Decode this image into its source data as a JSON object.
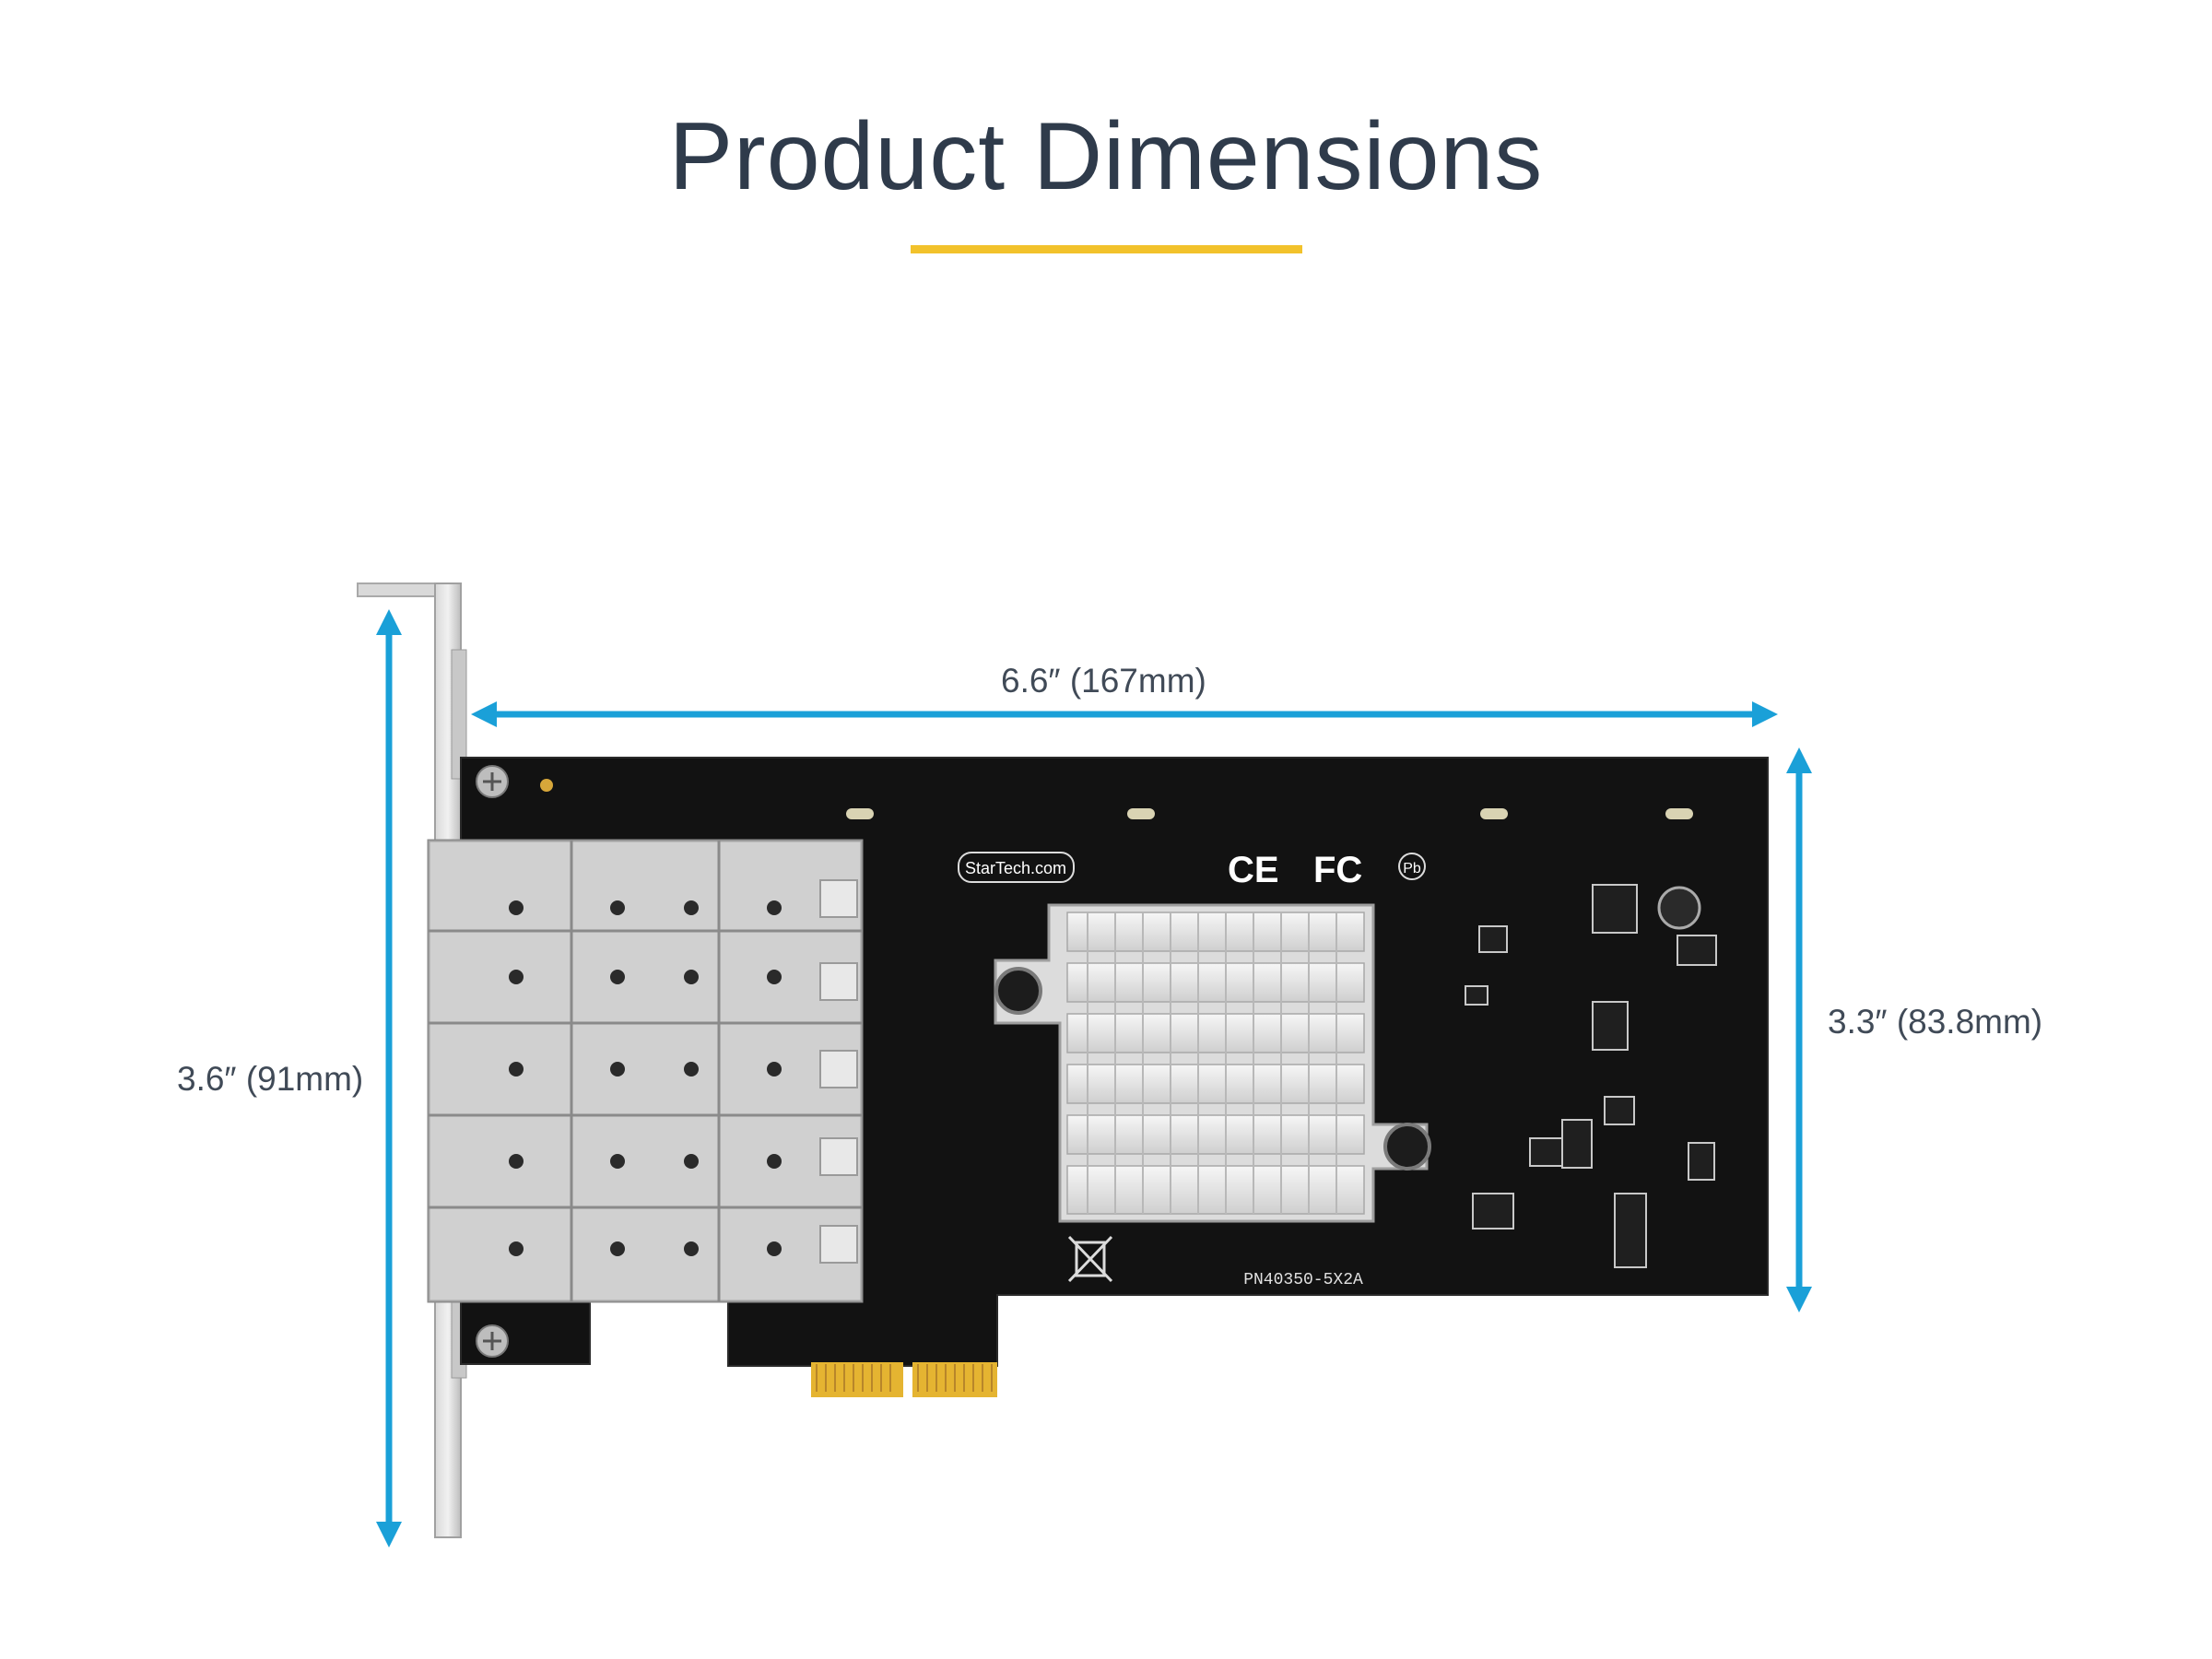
{
  "page": {
    "title": "Product Dimensions"
  },
  "dimensions": {
    "width": "6.6″ (167mm)",
    "height": "3.6″ (91mm)",
    "depth": "3.3″ (83.8mm)"
  },
  "product": {
    "brand_logo": "StarTech.com",
    "part_number": "PN40350-5X2A",
    "markings": [
      "CE",
      "FC",
      "Pb"
    ]
  },
  "colors": {
    "title_text": "#2f3b4b",
    "accent_underline": "#f2c22b",
    "dimension_arrow": "#1aa0d8",
    "pcb": "#111111",
    "heatsink": "#e4e4e4",
    "gold_fingers": "#e5b431"
  }
}
